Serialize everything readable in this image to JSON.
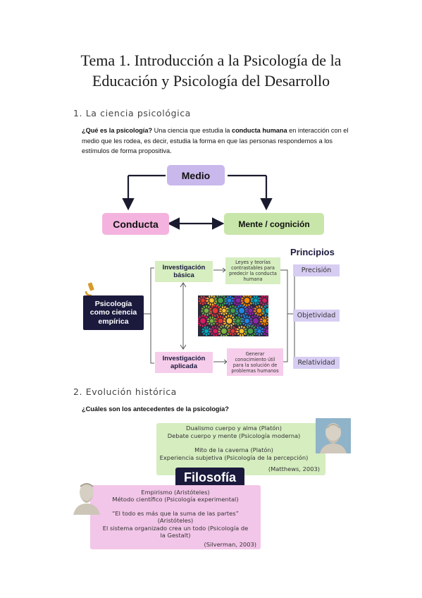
{
  "title": {
    "line1": "Tema 1. Introducción a la Psicología de la",
    "line2": "Educación y Psicología del Desarrollo"
  },
  "section1": {
    "heading": "1.  La ciencia psicológica",
    "q_bold": "¿Qué es la psicología?",
    "text_a": " Una ciencia que estudia la ",
    "bold2": "conducta humana",
    "text_b": " en interacción con el",
    "line2": "medio que les rodea, es decir, estudia la forma en que las personas respondemos a los",
    "line3": "estímulos de forma propositiva."
  },
  "diagram1": {
    "medio": "Medio",
    "conducta": "Conducta",
    "mente": "Mente  /  cognición",
    "colors": {
      "medio": "#c9b8ec",
      "conducta": "#f4b3de",
      "mente": "#c8e6a9",
      "arrow": "#1a1a2e"
    }
  },
  "diagram2": {
    "main_line1": "Psicología",
    "main_line2": "como ciencia",
    "main_line3": "empírica",
    "basica_line1": "Investigación",
    "basica_line2": "básica",
    "aplicada_line1": "Investigación",
    "aplicada_line2": "aplicada",
    "leyes_line1": "Leyes y teorías",
    "leyes_line2": "contrastables para",
    "leyes_line3": "predecir la conducta",
    "leyes_line4": "humana",
    "generar_line1": "Generar",
    "generar_line2": "conocimiento útil",
    "generar_line3": "para la solución de",
    "generar_line4": "problemas humanos",
    "principios": "Principios",
    "p1": "Precisión",
    "p2": "Objetividad",
    "p3": "Relatividad",
    "icons": [
      "microscope-icon",
      "gears-image"
    ],
    "colors": {
      "main": "#1b1a3d",
      "green": "#d6eec0",
      "pink": "#f6cdea",
      "lavender": "#d7cdf3"
    }
  },
  "section2": {
    "heading": "2.  Evolución histórica",
    "question": "¿Cuáles son los antecedentes de la psicología?"
  },
  "diagram3": {
    "g1": "Dualismo cuerpo y alma (Platón)",
    "g2": "Debate cuerpo y mente (Psicología moderna)",
    "g3": "Mito de la caverna (Platón)",
    "g4": "Experiencia subjetiva (Psicología de la percepción)",
    "g5": "(Matthews, 2003)",
    "filosofia": "Filosofía",
    "p1": "Empirismo (Aristóteles)",
    "p2": "Método científico (Psicología experimental)",
    "p3": "“El todo es más que la suma de las partes”",
    "p4": "(Aristóteles)",
    "p5": "El sistema organizado crea un todo (Psicología de",
    "p6": "la Gestalt)",
    "p7": "(Silverman, 2003)",
    "icons": [
      "plato-bust-icon",
      "aristotle-bust-icon"
    ],
    "colors": {
      "green": "#d5edbf",
      "pink": "#f2c6e8",
      "filosofia_bg": "#1b1a3d"
    }
  }
}
